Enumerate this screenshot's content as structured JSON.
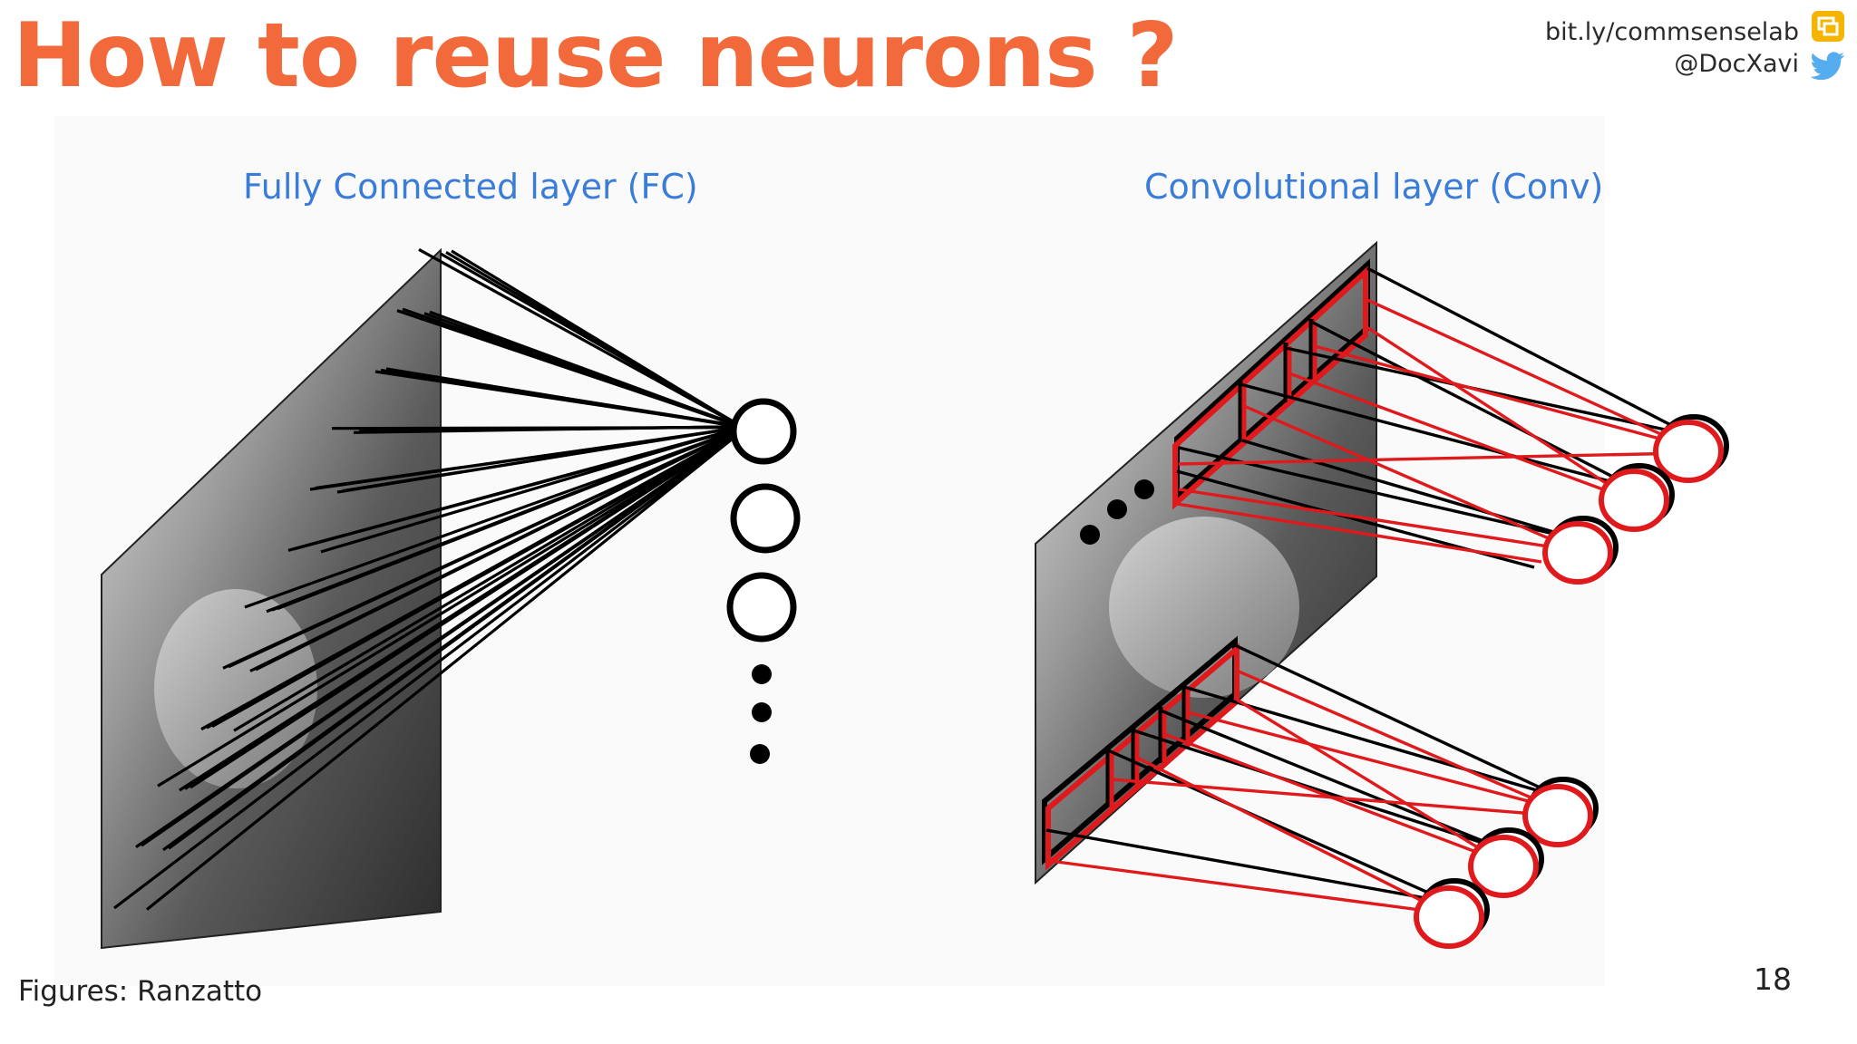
{
  "slide": {
    "title": "How to reuse neurons ?",
    "link": "bit.ly/commsenselab",
    "handle": "@DocXavi",
    "page_number": "18",
    "footer": "Figures: Ranzatto"
  },
  "figures": {
    "fc_label": "Fully Connected layer (FC)",
    "conv_label": "Convolutional layer (Conv)"
  },
  "colors": {
    "title": "#f26a3b",
    "label": "#3a7dd8",
    "conv_highlight": "#e0191c"
  },
  "icons": [
    "google-slides-icon",
    "twitter-icon"
  ]
}
